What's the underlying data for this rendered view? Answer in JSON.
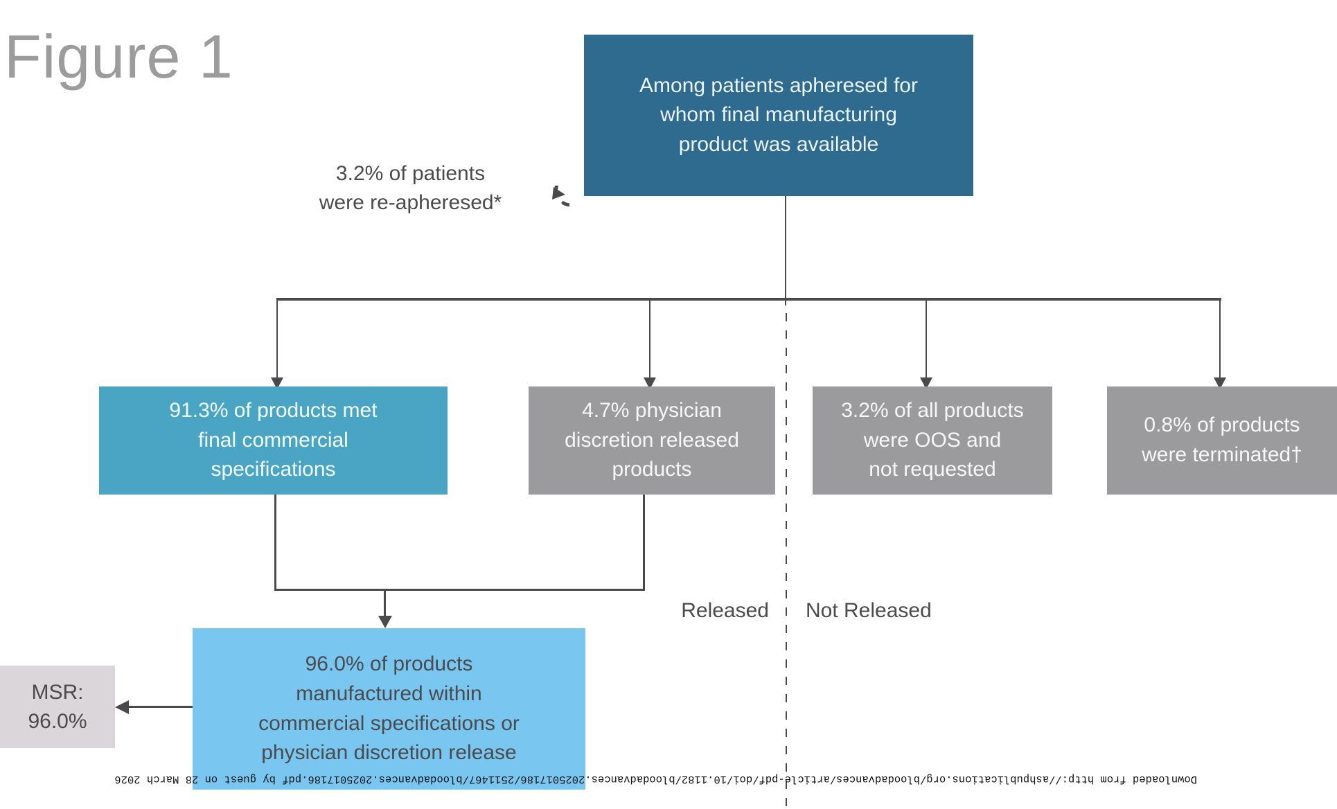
{
  "figure": {
    "title": "Figure 1"
  },
  "flowchart": {
    "root_box": {
      "text": "Among patients apheresed for\nwhom final manufacturing\nproduct was available",
      "color": "#2f6a8f"
    },
    "reapheresis_note": {
      "text": "3.2% of patients\nwere re-apheresed*",
      "icon": "refresh-icon"
    },
    "outcomes": [
      {
        "id": "met-final-specs",
        "text": "91.3% of products met\nfinal commercial\nspecifications",
        "color": "#4aa5c5"
      },
      {
        "id": "physician-discretion",
        "text": "4.7% physician\ndiscretion released\nproducts",
        "color": "#9b9a9c"
      },
      {
        "id": "oos-not-requested",
        "text": "3.2% of all products\nwere OOS and\nnot requested",
        "color": "#9b9a9c"
      },
      {
        "id": "terminated",
        "text": "0.8% of products\nwere terminated†",
        "color": "#9b9a9c"
      }
    ],
    "combined_box": {
      "text": "96.0% of products\nmanufactured within\ncommercial specifications or\nphysician discretion release",
      "color": "#79c7f1"
    },
    "msr_box": {
      "text": "MSR:\n96.0%",
      "color": "#dad6d9"
    },
    "release_divider": {
      "released_label": "Released",
      "not_released_label": "Not Released"
    }
  },
  "watermark": {
    "text": "Downloaded from http://ashpublications.org/bloodadvances/article-pdf/doi/10.1182/bloodadvances.2025017186/2511467/bloodadvances.2025017186.pdf by guest on 28 March 2026"
  },
  "colors": {
    "dark_blue": "#2f6a8f",
    "teal": "#4aa5c5",
    "gray": "#9b9a9c",
    "light_blue": "#79c7f1",
    "msr_gray": "#dad6d9",
    "line_gray": "#4a4a4c",
    "title_gray": "#9c9c9c"
  }
}
